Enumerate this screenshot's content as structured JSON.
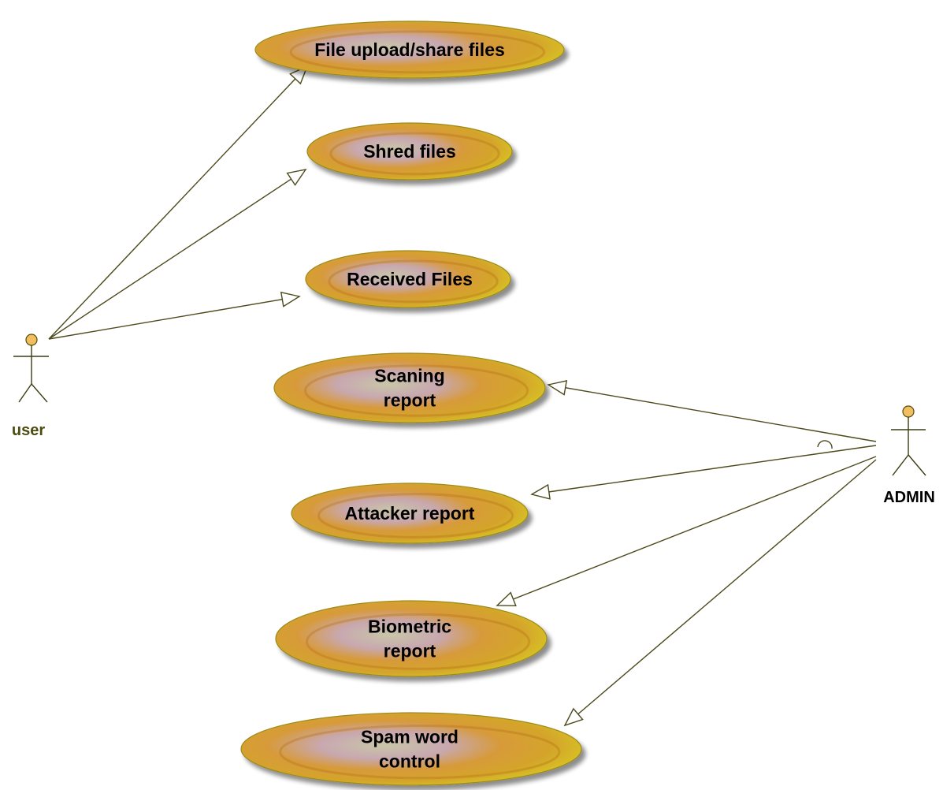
{
  "actors": {
    "user": {
      "label": "user",
      "color": "#4d4d12"
    },
    "admin": {
      "label": "ADMIN",
      "color": "#000000"
    }
  },
  "use_cases": [
    {
      "id": "file-upload",
      "lines": [
        "File upload/share files"
      ]
    },
    {
      "id": "shred-files",
      "lines": [
        "Shred files"
      ]
    },
    {
      "id": "received-files",
      "lines": [
        "Received Files"
      ]
    },
    {
      "id": "scaning-report",
      "lines": [
        "Scaning",
        "report"
      ]
    },
    {
      "id": "attacker-report",
      "lines": [
        "Attacker report"
      ]
    },
    {
      "id": "biometric-report",
      "lines": [
        "Biometric",
        "report"
      ]
    },
    {
      "id": "spam-word-control",
      "lines": [
        "Spam word",
        "control"
      ]
    }
  ],
  "associations": [
    {
      "from": "user",
      "to": "file-upload"
    },
    {
      "from": "user",
      "to": "shred-files"
    },
    {
      "from": "user",
      "to": "received-files"
    },
    {
      "from": "admin",
      "to": "scaning-report"
    },
    {
      "from": "admin",
      "to": "attacker-report"
    },
    {
      "from": "admin",
      "to": "biometric-report"
    },
    {
      "from": "admin",
      "to": "spam-word-control"
    }
  ],
  "colors": {
    "ellipse_outer": "#d9c520",
    "ellipse_mid": "#d59a2e",
    "ellipse_inner": "#cbb0b4",
    "line": "#4d4a1c",
    "actor_head": "#f0c060"
  }
}
